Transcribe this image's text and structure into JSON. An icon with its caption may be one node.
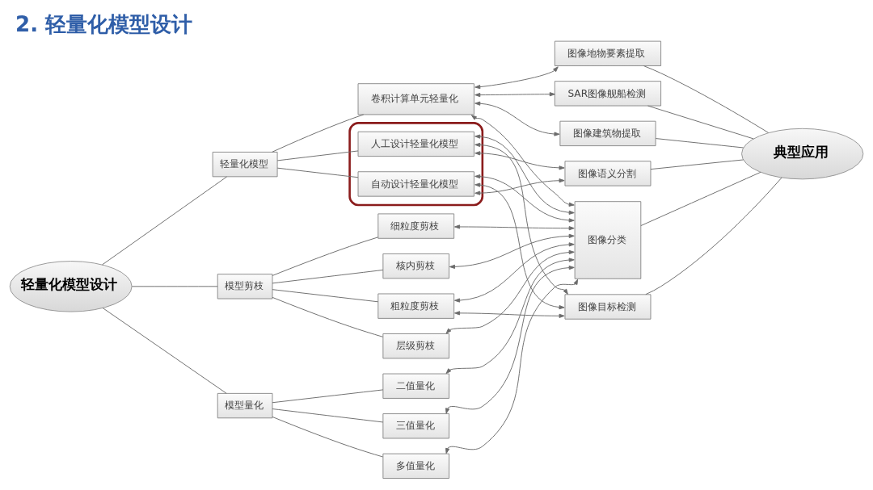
{
  "diagram": {
    "title": "2. 轻量化模型设计",
    "nodes": [
      {
        "text": [
          "轻量化模型设计"
        ]
      },
      {
        "text": [
          "轻量化模型"
        ]
      },
      {
        "text": [
          "模型剪枝"
        ]
      },
      {
        "text": [
          "模型量化"
        ]
      },
      {
        "text": [
          "卷积计算单元轻量化"
        ]
      },
      {
        "text": [],
        "shape": "ellipse"
      },
      {
        "text": [
          "人工设计轻量化模型"
        ],
        "in": 5
      },
      {
        "text": [
          "自动设计轻量化模型"
        ],
        "in": 5
      },
      {
        "text": [
          "细粒度剪枝"
        ]
      },
      {
        "text": [
          "核内剪枝"
        ]
      },
      {
        "text": [
          "粗粒度剪枝"
        ]
      },
      {
        "text": [
          "层级剪枝"
        ]
      },
      {
        "text": [
          "二值量化"
        ]
      },
      {
        "text": [
          "三值量化"
        ]
      },
      {
        "text": [
          "多值量化"
        ]
      },
      {
        "text": [
          "图像地物要素提取"
        ]
      },
      {
        "text": [
          "SAR图像舰船检测"
        ]
      },
      {
        "text": [
          "图像建筑物提取"
        ]
      },
      {
        "text": [
          "图像分类"
        ]
      },
      {
        "text": [
          "图像目标检测"
        ]
      },
      {
        "text": [
          "图像语义分割"
        ]
      },
      {
        "text": [
          "典型应用"
        ]
      }
    ],
    "edges": [
      {
        "from": 0,
        "to": 1,
        "arrow": "none"
      },
      {
        "from": 0,
        "to": 2,
        "arrow": "none"
      },
      {
        "from": 0,
        "to": 3,
        "arrow": "none"
      },
      {
        "from": 1,
        "to": 4,
        "arrow": "none"
      },
      {
        "from": 1,
        "to": 6,
        "arrow": "none"
      },
      {
        "from": 1,
        "to": 7,
        "arrow": "none"
      },
      {
        "from": 2,
        "to": 8,
        "arrow": "none"
      },
      {
        "from": 2,
        "to": 9,
        "arrow": "none"
      },
      {
        "from": 2,
        "to": 10,
        "arrow": "none"
      },
      {
        "from": 2,
        "to": 11,
        "arrow": "none"
      },
      {
        "from": 3,
        "to": 12,
        "arrow": "none"
      },
      {
        "from": 3,
        "to": 13,
        "arrow": "none"
      },
      {
        "from": 3,
        "to": 14,
        "arrow": "none"
      },
      {
        "from": 4,
        "to": 15,
        "arrow": "both"
      },
      {
        "from": 4,
        "to": 16,
        "arrow": "both"
      },
      {
        "from": 4,
        "to": 17,
        "arrow": "both"
      },
      {
        "from": 4,
        "to": 18,
        "arrow": "both"
      },
      {
        "from": 6,
        "to": 18,
        "arrow": "both"
      },
      {
        "from": 6,
        "to": 19,
        "arrow": "both"
      },
      {
        "from": 6,
        "to": 20,
        "arrow": "both"
      },
      {
        "from": 7,
        "to": 18,
        "arrow": "both"
      },
      {
        "from": 7,
        "to": 19,
        "arrow": "both"
      },
      {
        "from": 7,
        "to": 20,
        "arrow": "both"
      },
      {
        "from": 8,
        "to": 18,
        "arrow": "both"
      },
      {
        "from": 9,
        "to": 18,
        "arrow": "both"
      },
      {
        "from": 10,
        "to": 18,
        "arrow": "both"
      },
      {
        "from": 10,
        "to": 19,
        "arrow": "both"
      },
      {
        "from": 11,
        "to": 18,
        "arrow": "both"
      },
      {
        "from": 12,
        "to": 18,
        "arrow": "both"
      },
      {
        "from": 13,
        "to": 18,
        "arrow": "both"
      },
      {
        "from": 14,
        "to": 18,
        "arrow": "both"
      },
      {
        "from": 15,
        "to": 21,
        "arrow": "none"
      },
      {
        "from": 16,
        "to": 21,
        "arrow": "none"
      },
      {
        "from": 17,
        "to": 21,
        "arrow": "none"
      },
      {
        "from": 18,
        "to": 21,
        "arrow": "none"
      },
      {
        "from": 19,
        "to": 21,
        "arrow": "none"
      },
      {
        "from": 20,
        "to": 21,
        "arrow": "none"
      }
    ]
  }
}
